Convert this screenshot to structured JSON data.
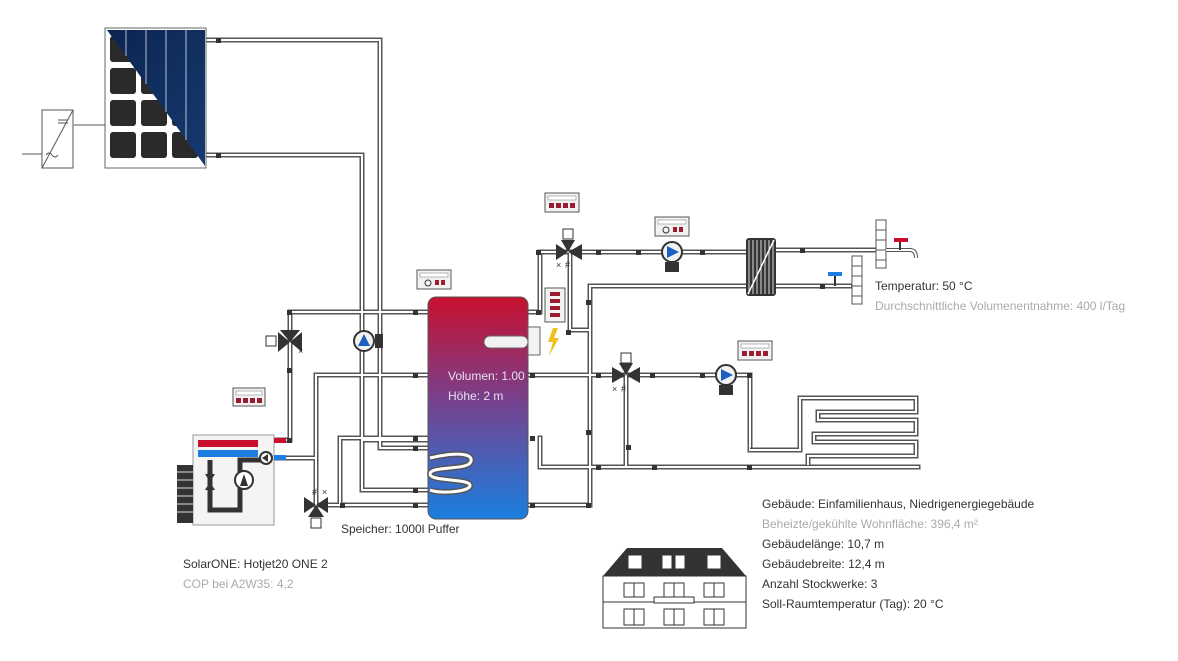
{
  "heat_pump": {
    "model": "SolarONE: Hotjet20 ONE 2",
    "cop": "COP bei A2W35: 4,2"
  },
  "storage": {
    "label": "Speicher: 1000l Puffer",
    "volume": "Volumen: 1.00",
    "height": "Höhe: 2 m"
  },
  "hot_water": {
    "temperature": "Temperatur: 50 °C",
    "consumption": "Durchschnittliche Volumenentnahme: 400 l/Tag"
  },
  "building": {
    "type": "Gebäude: Einfamilienhaus, Niedrigenergiegebäude",
    "area": "Beheizte/gekühlte Wohnfläche: 396,4 m²",
    "length": "Gebäudelänge: 10,7 m",
    "width": "Gebäudebreite: 12,4 m",
    "floors": "Anzahl Stockwerke: 3",
    "room_temp": "Soll-Raumtemperatur (Tag): 20 °C"
  },
  "colors": {
    "pipe": "#555555",
    "tank_top": "#c8102e",
    "tank_bottom": "#1a7fe0",
    "pump": "#1a5fc0",
    "controller_led": "#9b1b30",
    "pv": "#0e2a57",
    "lightning": "#f0c020"
  },
  "icons": [
    "pv-panel-icon",
    "inverter-icon",
    "heat-pump-icon",
    "buffer-tank-icon",
    "pump-icon",
    "three-way-valve-icon",
    "controller-icon",
    "heat-exchanger-icon",
    "tap-icon",
    "floor-heating-icon",
    "house-icon",
    "electric-heater-icon"
  ]
}
